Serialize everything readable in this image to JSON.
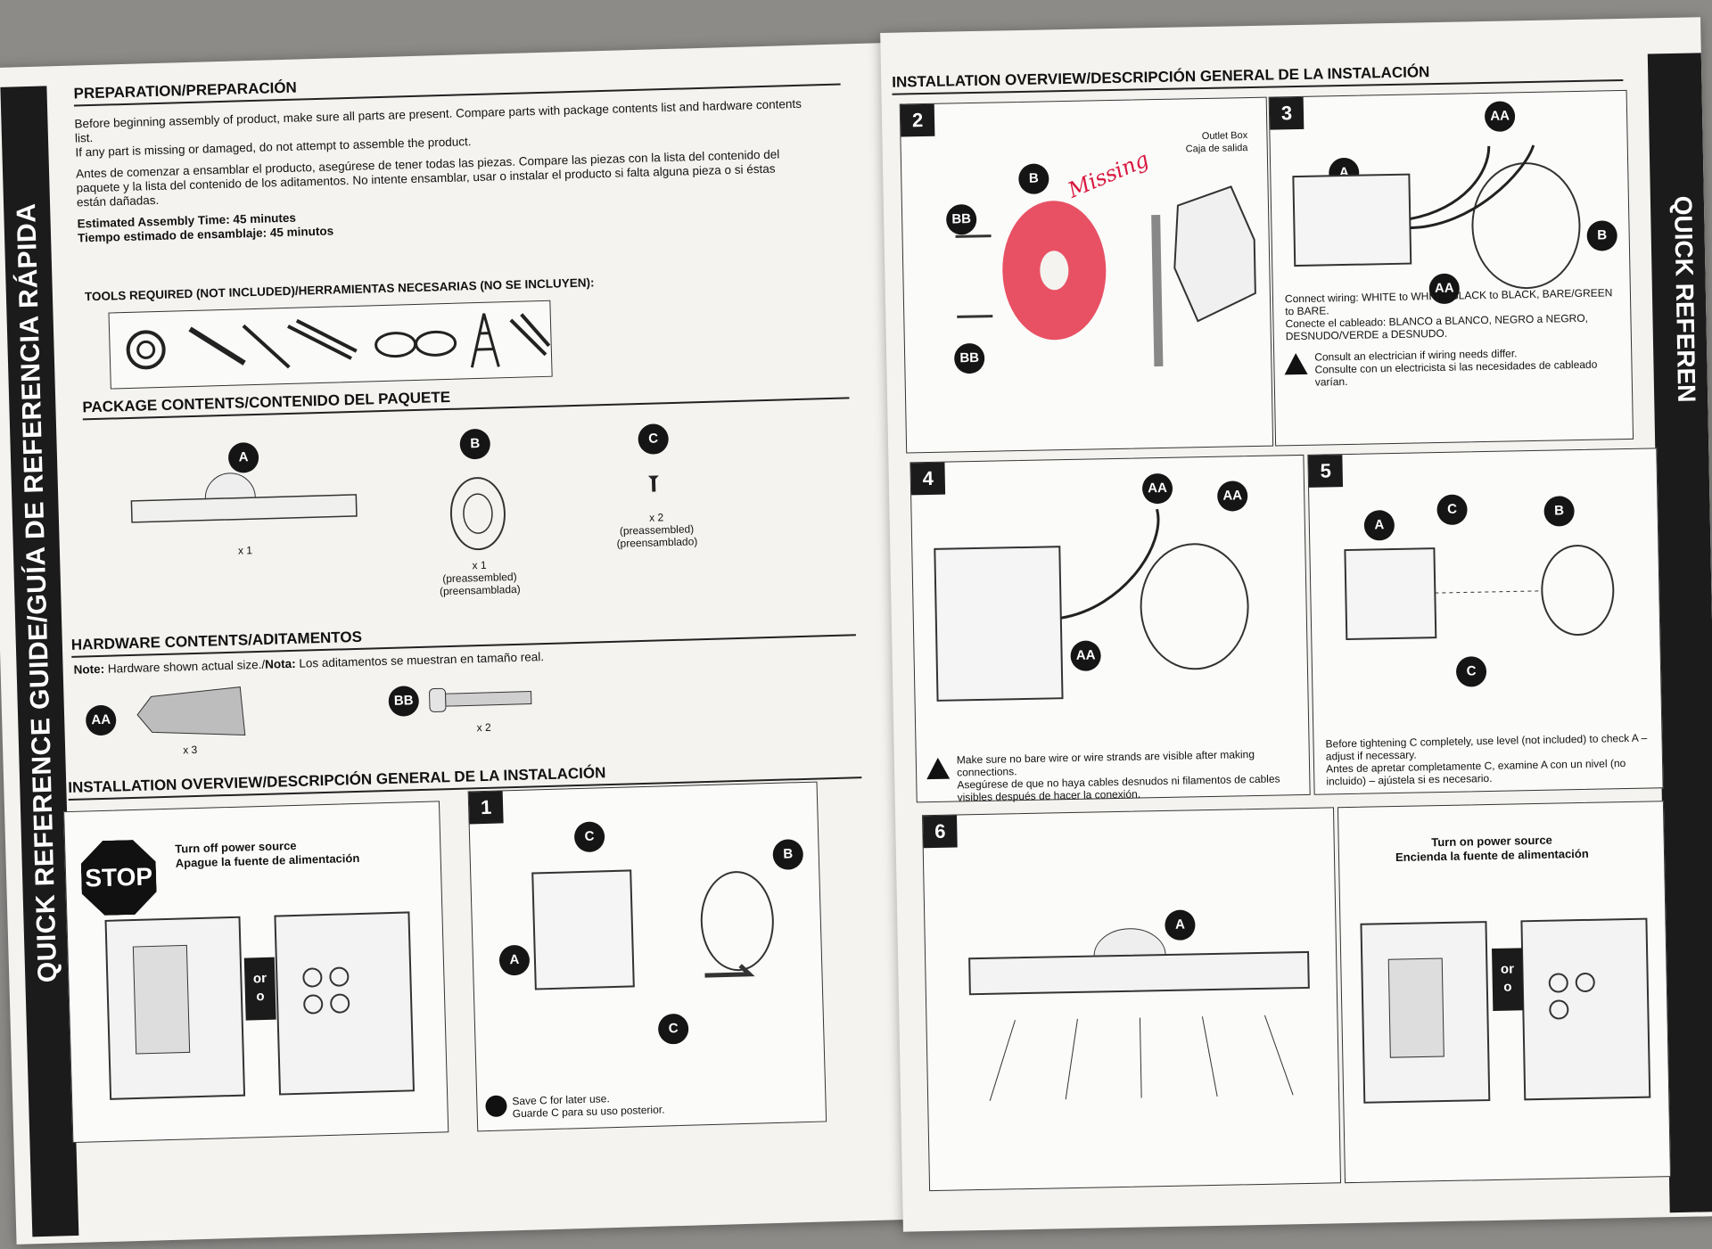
{
  "spine": {
    "left": "QUICK REFERENCE GUIDE/GUÍA DE REFERENCIA RÁPIDA",
    "right": "QUICK REFEREN"
  },
  "preparation": {
    "title": "PREPARATION/PREPARACIÓN",
    "en_1": "Before beginning assembly of product, make sure all parts are present. Compare parts with package contents list and hardware contents list.",
    "en_2": "If any part is missing or damaged, do not attempt to assemble the product.",
    "es": "Antes de comenzar a ensamblar el producto, asegúrese de tener todas las piezas. Compare las piezas con la lista del contenido del paquete y la lista del contenido de los aditamentos. No intente ensamblar, usar o instalar el producto si falta alguna pieza o si éstas están dañadas.",
    "time_en": "Estimated Assembly Time: 45 minutes",
    "time_es": "Tiempo estimado de ensamblaje: 45 minutos",
    "tools_title": "TOOLS REQUIRED (NOT INCLUDED)/HERRAMIENTAS NECESARIAS (NO SE INCLUYEN):"
  },
  "package": {
    "title": "PACKAGE CONTENTS/CONTENIDO DEL PAQUETE",
    "items": [
      {
        "id": "A",
        "qty": "x 1",
        "note1": "",
        "note2": ""
      },
      {
        "id": "B",
        "qty": "x 1",
        "note1": "(preassembled)",
        "note2": "(preensamblada)"
      },
      {
        "id": "C",
        "qty": "x 2",
        "note1": "(preassembled)",
        "note2": "(preensamblado)"
      }
    ]
  },
  "hardware": {
    "title": "HARDWARE CONTENTS/ADITAMENTOS",
    "note_label_en": "Note:",
    "note_en": " Hardware shown actual size./",
    "note_label_es": "Nota:",
    "note_es": " Los aditamentos se muestran en tamaño real.",
    "items": [
      {
        "id": "AA",
        "qty": "x 3"
      },
      {
        "id": "BB",
        "qty": "x 2"
      }
    ]
  },
  "install_left": {
    "title": "INSTALLATION OVERVIEW/DESCRIPCIÓN GENERAL DE LA INSTALACIÓN",
    "stop": "STOP",
    "power_off_en": "Turn off power source",
    "power_off_es": "Apague la fuente de alimentación",
    "or_en": "or",
    "or_es": "o",
    "step1": {
      "num": "1",
      "labels": [
        "C",
        "B",
        "A",
        "C"
      ],
      "tip_en": "Save C for later use.",
      "tip_es": "Guarde C para su uso posterior."
    }
  },
  "install_right": {
    "title": "INSTALLATION OVERVIEW/DESCRIPCIÓN GENERAL DE LA INSTALACIÓN",
    "step2": {
      "num": "2",
      "labels": [
        "B",
        "BB",
        "BB"
      ],
      "outlet_en": "Outlet Box",
      "outlet_es": "Caja de salida",
      "handwriting": "Missing"
    },
    "step3": {
      "num": "3",
      "labels": [
        "AA",
        "A",
        "B",
        "AA"
      ],
      "wiring_en": "Connect wiring: WHITE to WHITE, BLACK to BLACK, BARE/GREEN to BARE.",
      "wiring_es": "Conecte el cableado: BLANCO a BLANCO, NEGRO a NEGRO, DESNUDO/VERDE a DESNUDO.",
      "warn_en": "Consult an electrician if wiring needs differ.",
      "warn_es": "Consulte con un electricista si las necesidades de cableado varían."
    },
    "step4": {
      "num": "4",
      "labels": [
        "AA",
        "AA",
        "AA"
      ],
      "warn_en": "Make sure no bare wire or wire strands are visible after making connections.",
      "warn_es": "Asegúrese de que no haya cables desnudos ni filamentos de cables visibles después de hacer la conexión."
    },
    "step5": {
      "num": "5",
      "labels": [
        "C",
        "A",
        "B",
        "C"
      ],
      "note_en": "Before tightening C completely, use level (not included) to check A – adjust if necessary.",
      "note_es": "Antes de apretar completamente C, examine A con un nivel (no incluido) – ajústela si es necesario."
    },
    "step6": {
      "num": "6",
      "labels": [
        "A"
      ]
    },
    "power_on_en": "Turn on power source",
    "power_on_es": "Encienda la fuente de alimentación",
    "or_en": "or",
    "or_es": "o"
  }
}
